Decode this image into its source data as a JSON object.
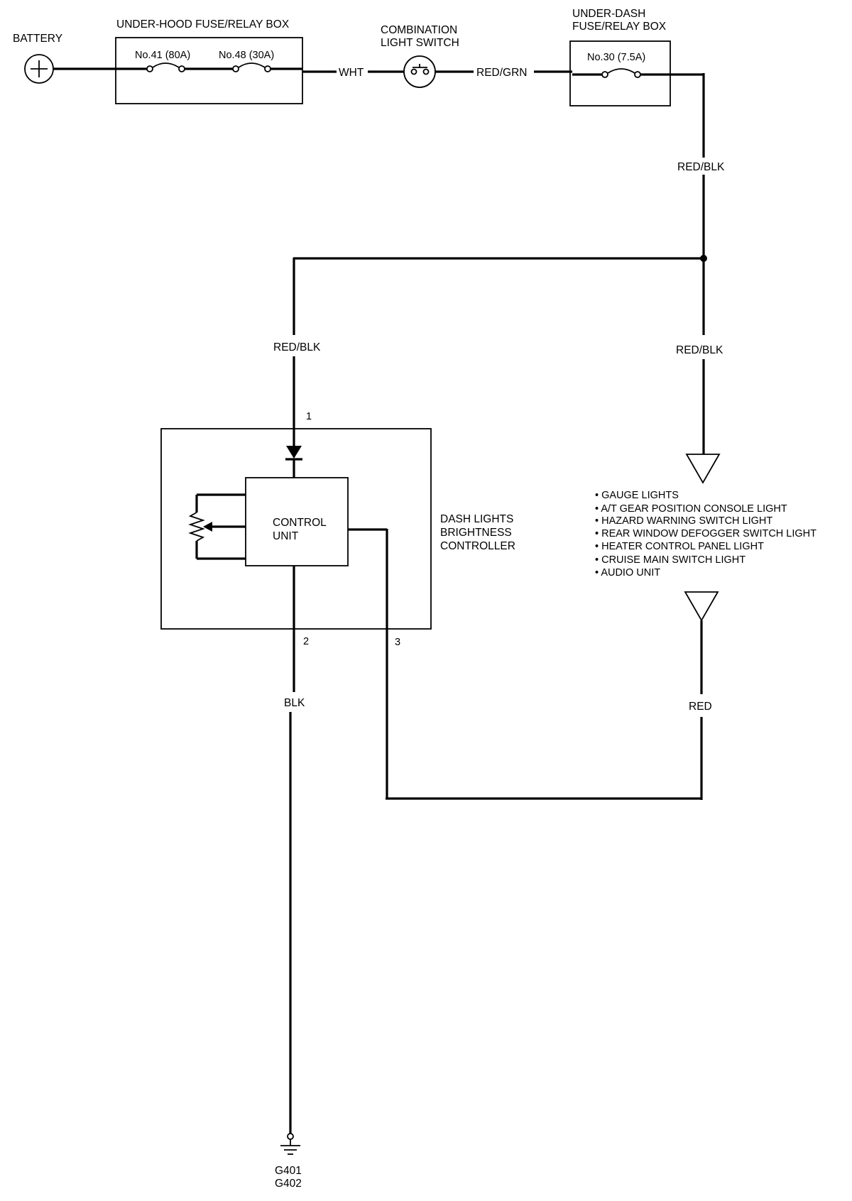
{
  "battery": {
    "label": "BATTERY"
  },
  "underhood_box": {
    "label": "UNDER-HOOD FUSE/RELAY BOX",
    "fuses": [
      "No.41 (80A)",
      "No.48 (30A)"
    ]
  },
  "combination_switch": {
    "label_line1": "COMBINATION",
    "label_line2": "LIGHT SWITCH"
  },
  "underdash_box": {
    "label_line1": "UNDER-DASH",
    "label_line2": "FUSE/RELAY BOX",
    "fuse": "No.30 (7.5A)"
  },
  "wires": {
    "wht": "WHT",
    "red_grn": "RED/GRN",
    "red_blk_top": "RED/BLK",
    "red_blk_left": "RED/BLK",
    "red_blk_right": "RED/BLK",
    "blk": "BLK",
    "red": "RED"
  },
  "controller": {
    "unit_line1": "CONTROL",
    "unit_line2": "UNIT",
    "name_line1": "DASH LIGHTS",
    "name_line2": "BRIGHTNESS",
    "name_line3": "CONTROLLER",
    "pins": [
      "1",
      "2",
      "3"
    ]
  },
  "lights": [
    "GAUGE LIGHTS",
    "A/T GEAR POSITION CONSOLE LIGHT",
    "HAZARD WARNING SWITCH LIGHT",
    "REAR WINDOW DEFOGGER SWITCH LIGHT",
    "HEATER CONTROL PANEL LIGHT",
    "CRUISE MAIN SWITCH LIGHT",
    "AUDIO UNIT"
  ],
  "ground": {
    "line1": "G401",
    "line2": "G402"
  }
}
